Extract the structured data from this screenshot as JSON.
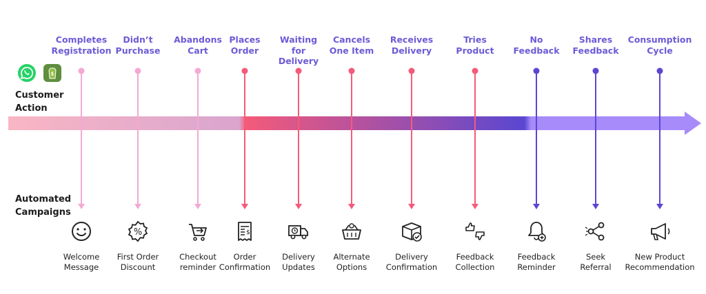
{
  "rows": {
    "customer_action": "Customer\nAction",
    "automated_campaigns": "Automated\nCampaigns"
  },
  "brand_icons": [
    "whatsapp-icon",
    "shopify-icon"
  ],
  "colors": {
    "arrow_start": "#f9b6c4",
    "arrow_mid_light": "#d9a5cf",
    "arrow_red": "#f45a7a",
    "arrow_indigo": "#5a47d1",
    "arrow_end": "#a78bfa",
    "label_color": "#6b5bd6"
  },
  "stages": [
    {
      "action": "Completes\nRegistration",
      "campaign": "Welcome\nMessage",
      "icon": "smiley-icon",
      "color": "#f4a9d3"
    },
    {
      "action": "Didn’t\nPurchase",
      "campaign": "First Order\nDiscount",
      "icon": "discount-badge-icon",
      "color": "#f4a9d3"
    },
    {
      "action": "Abandons\nCart",
      "campaign": "Checkout\nreminder",
      "icon": "cart-icon",
      "color": "#f4a9d3"
    },
    {
      "action": "Places\nOrder",
      "campaign": "Order\nConfirmation",
      "icon": "receipt-icon",
      "color": "#f45a7a"
    },
    {
      "action": "Waiting\nfor\nDelivery",
      "campaign": "Delivery\nUpdates",
      "icon": "delivery-truck-icon",
      "color": "#f45a7a"
    },
    {
      "action": "Cancels\nOne Item",
      "campaign": "Alternate\nOptions",
      "icon": "grocery-basket-icon",
      "color": "#f45a7a"
    },
    {
      "action": "Receives\nDelivery",
      "campaign": "Delivery\nConfirmation",
      "icon": "package-check-icon",
      "color": "#f45a7a"
    },
    {
      "action": "Tries\nProduct",
      "campaign": "Feedback\nCollection",
      "icon": "thumbs-up-down-icon",
      "color": "#f45a7a"
    },
    {
      "action": "No\nFeedback",
      "campaign": "Feedback\nReminder",
      "icon": "bell-plus-icon",
      "color": "#5a47d1"
    },
    {
      "action": "Shares\nFeedback",
      "campaign": "Seek\nReferral",
      "icon": "share-icon",
      "color": "#5a47d1"
    },
    {
      "action": "Consumption\nCycle",
      "campaign": "New Product\nRecommendation",
      "icon": "megaphone-icon",
      "color": "#5a47d1"
    }
  ]
}
